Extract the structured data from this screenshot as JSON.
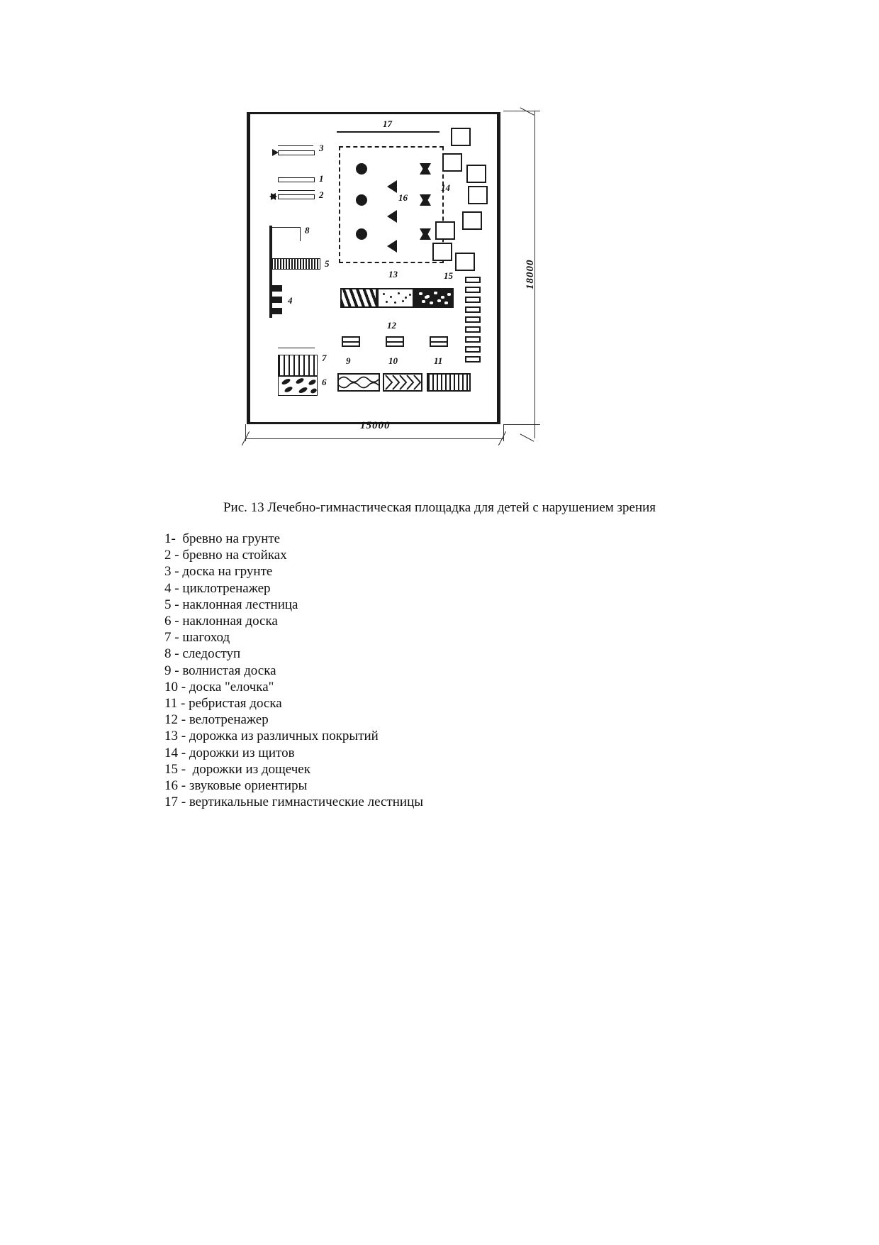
{
  "figure": {
    "caption": "Рис. 13 Лечебно-гимнастическая площадка для детей с нарушением зрения",
    "dimensions": {
      "width_label": "15000",
      "height_label": "18000"
    },
    "callouts": {
      "c1": "1",
      "c2": "2",
      "c3": "3",
      "c4": "4",
      "c5": "5",
      "c6": "6",
      "c7": "7",
      "c8": "8",
      "c9": "9",
      "c10": "10",
      "c11": "11",
      "c12": "12",
      "c13": "13",
      "c14": "14",
      "c15": "15",
      "c16": "16",
      "c17": "17"
    }
  },
  "legend": {
    "items": [
      {
        "text": "1-  бревно на грунте"
      },
      {
        "text": "2 - бревно на стойках"
      },
      {
        "text": "3 - доска на грунте"
      },
      {
        "text": "4 - циклотренажер"
      },
      {
        "text": "5 - наклонная лестница"
      },
      {
        "text": "6 - наклонная доска"
      },
      {
        "text": "7 - шагоход"
      },
      {
        "text": "8 - следоступ"
      },
      {
        "text": "9 - волнистая доска"
      },
      {
        "text": "10 - доска \"елочка\""
      },
      {
        "text": "11 - ребристая доска"
      },
      {
        "text": "12 - велотренажер"
      },
      {
        "text": "13 - дорожка из различных покрытий"
      },
      {
        "text": "14 - дорожки из щитов"
      },
      {
        "text": "15 -  дорожки из дощечек"
      },
      {
        "text": "16 - звуковые ориентиры"
      },
      {
        "text": "17 - вертикальные гимнастические лестницы"
      }
    ]
  }
}
